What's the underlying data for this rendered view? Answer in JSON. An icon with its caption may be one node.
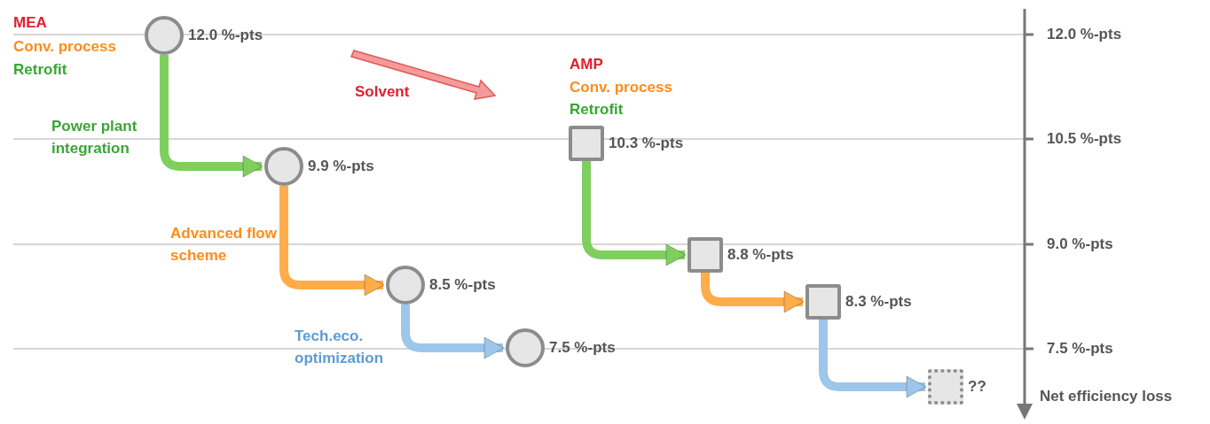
{
  "diagram": {
    "nodes": [
      {
        "text": [],
        "shape": "circle",
        "beside": [
          "12.0 %-pts"
        ]
      },
      {
        "text": [],
        "shape": "circle",
        "beside": [
          "9.9 %-pts"
        ]
      },
      {
        "text": [],
        "shape": "circle",
        "beside": [
          "8.5 %-pts"
        ]
      },
      {
        "text": [],
        "shape": "circle",
        "beside": [
          "7.5 %-pts"
        ]
      },
      {
        "text": [],
        "shape": "box",
        "beside": [
          "10.3 %-pts"
        ]
      },
      {
        "text": [],
        "shape": "box",
        "beside": [
          "8.8 %-pts"
        ]
      },
      {
        "text": [],
        "shape": "box",
        "beside": [
          "8.3 %-pts"
        ]
      },
      {
        "text": [],
        "shape": "box",
        "beside": [
          "??"
        ]
      }
    ],
    "edges": [
      {
        "from": 0,
        "to": 1,
        "arrow": "to",
        "label": "Power plant integration",
        "color": "#7fcf5f"
      },
      {
        "from": 1,
        "to": 2,
        "arrow": "to",
        "label": "Advanced flow scheme",
        "color": "#ffac4a"
      },
      {
        "from": 2,
        "to": 3,
        "arrow": "to",
        "label": "Tech.eco. optimization",
        "color": "#9cc6ea"
      },
      {
        "from": 4,
        "to": 5,
        "arrow": "to",
        "color": "#7fcf5f"
      },
      {
        "from": 5,
        "to": 6,
        "arrow": "to",
        "color": "#ffac4a"
      },
      {
        "from": 6,
        "to": 7,
        "arrow": "to",
        "color": "#9cc6ea"
      }
    ],
    "labels": [
      "MEA",
      "Conv. process",
      "Retrofit",
      "Solvent",
      "AMP",
      "Conv. process",
      "Retrofit",
      "12.0 %-pts",
      "10.5 %-pts",
      "9.0 %-pts",
      "7.5 %-pts",
      "Net efficiency loss"
    ]
  }
}
